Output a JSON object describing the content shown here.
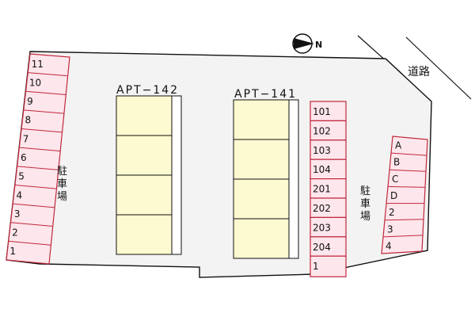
{
  "compass": {
    "label": "N",
    "icon": "north-arrow-icon"
  },
  "road": {
    "label": "道路"
  },
  "colors": {
    "lot": "#f3f3f3",
    "building": "#fdf9d0",
    "parking": "#fde6ec",
    "parking_border": "#c0283c",
    "outline": "#111111"
  },
  "buildings": [
    {
      "name": "APT−142"
    },
    {
      "name": "APT−141"
    }
  ],
  "parking_left": {
    "label": "駐車場",
    "slots": [
      "11",
      "10",
      "9",
      "8",
      "7",
      "6",
      "5",
      "4",
      "3",
      "2",
      "1"
    ]
  },
  "parking_middle": {
    "slots": [
      "101",
      "102",
      "103",
      "104",
      "201",
      "202",
      "203",
      "204",
      "1"
    ]
  },
  "parking_right": {
    "label": "駐車場",
    "slots": [
      "A",
      "B",
      "C",
      "D",
      "2",
      "3",
      "4"
    ]
  }
}
